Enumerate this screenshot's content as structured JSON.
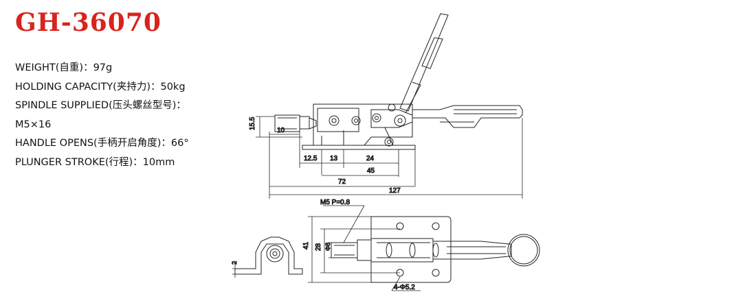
{
  "model": "GH-36070",
  "specs": [
    "WEIGHT(自重)：97g",
    "HOLDING CAPACITY(夹持力)：50kg",
    "SPINDLE SUPPLIED(压头螺丝型号)：",
    "M5×16",
    "HANDLE OPENS(手柄开启角度)：66°",
    "PLUNGER STROKE(行程)：10mm"
  ],
  "dimensions": {
    "d15_5": "15.5",
    "d10": "10",
    "d12_5": "12.5",
    "d13": "13",
    "d24": "24",
    "d45": "45",
    "d72": "72",
    "d127": "127",
    "thread": "M5 P=0.8",
    "d41": "41",
    "d28": "28",
    "dia8": "Φ8",
    "holes": "4-Φ5.2",
    "d2": "2"
  }
}
